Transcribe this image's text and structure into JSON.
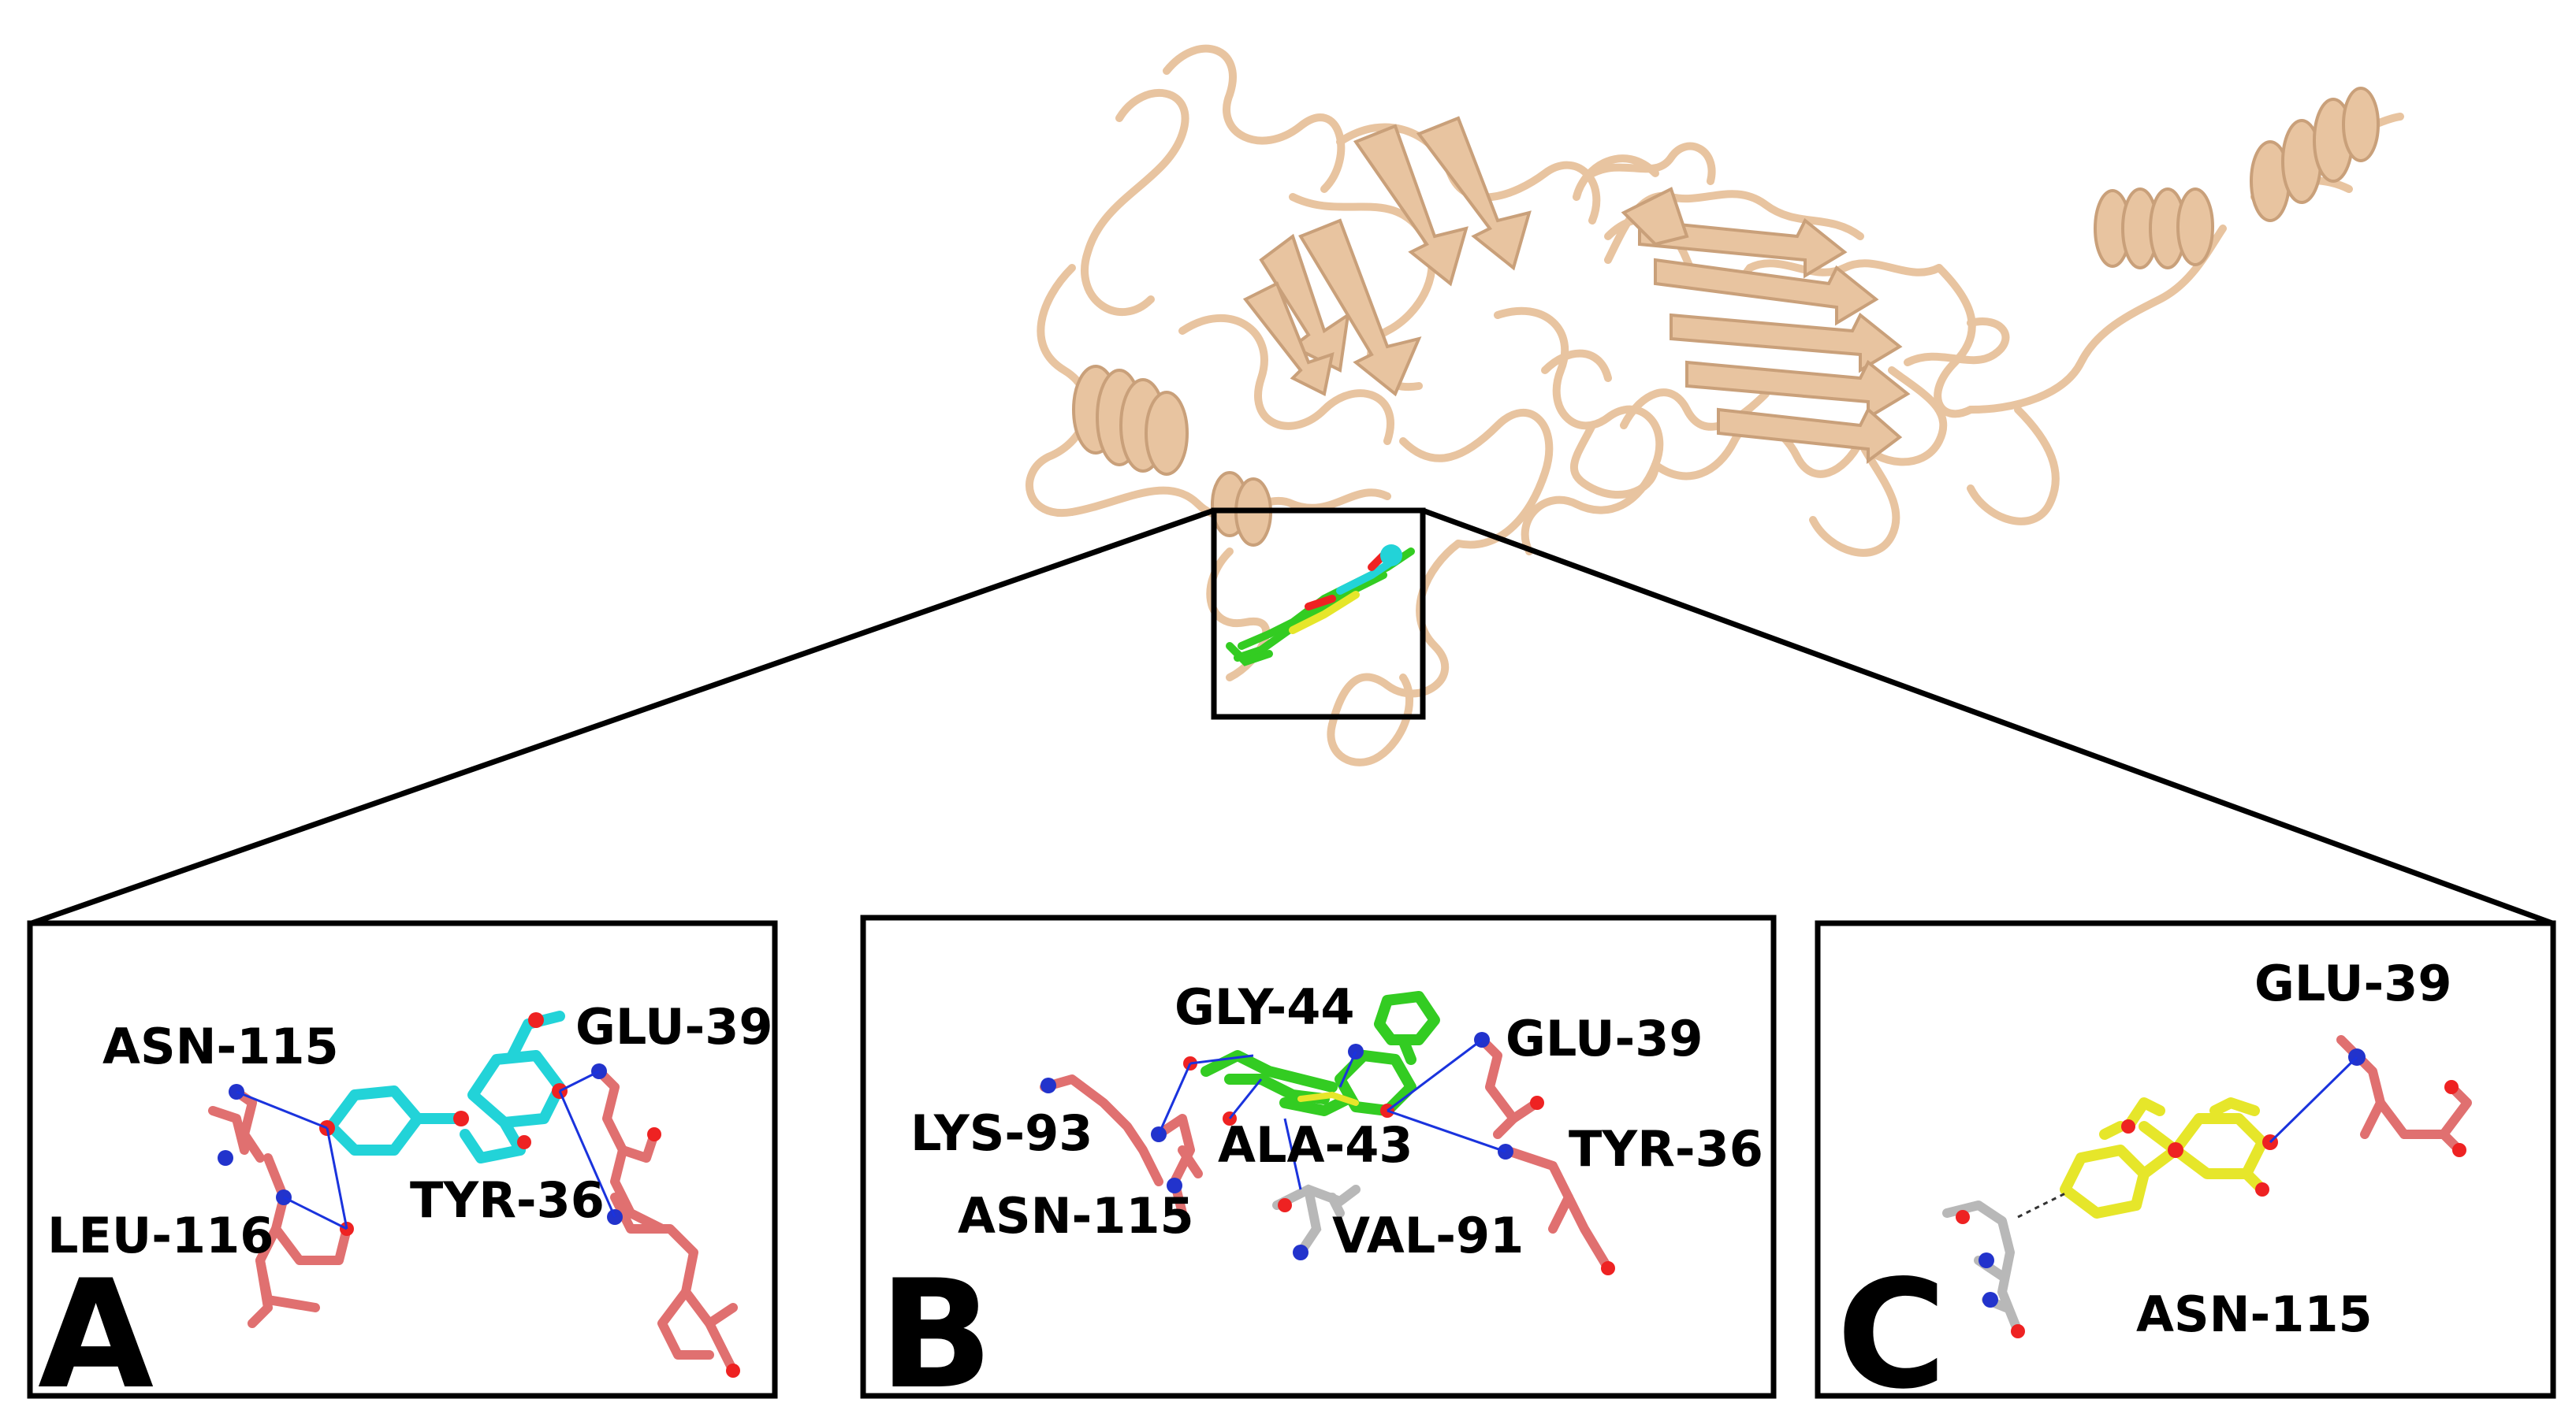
{
  "colors": {
    "protein": "#e8c4a0",
    "protein_dark": "#c9a07a",
    "residue": "#e07070",
    "ligand_a": "#22d3d8",
    "ligand_b": "#33cc22",
    "ligand_c": "#e6e62a",
    "nitrogen": "#2233cc",
    "oxygen": "#ee2222",
    "hbond": "#1a33dd",
    "hydrophobic": "#b8b8b8"
  },
  "panels": [
    {
      "letter": "A",
      "residues": [
        "ASN-115",
        "GLU-39",
        "LEU-116",
        "TYR-36"
      ]
    },
    {
      "letter": "B",
      "residues": [
        "GLY-44",
        "GLU-39",
        "LYS-93",
        "ALA-43",
        "TYR-36",
        "ASN-115",
        "VAL-91"
      ]
    },
    {
      "letter": "C",
      "residues": [
        "GLU-39",
        "ASN-115"
      ]
    }
  ]
}
